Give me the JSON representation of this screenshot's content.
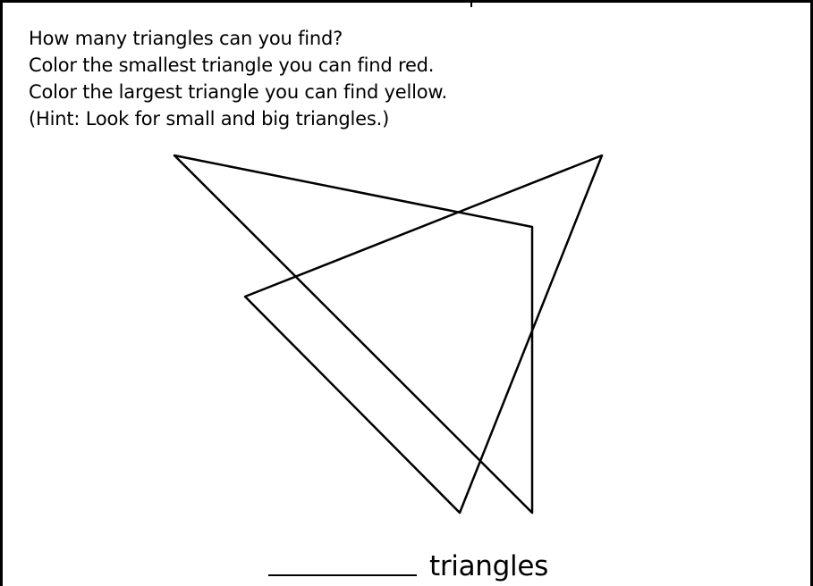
{
  "worksheet": {
    "instructions": [
      "How many triangles can you find?",
      "Color the smallest triangle you can find red.",
      "Color the largest triangle you can find yellow.",
      "(Hint: Look for small and big triangles.)"
    ],
    "answer_label": "triangles",
    "line_color": "#000000",
    "background_color": "#ffffff"
  }
}
